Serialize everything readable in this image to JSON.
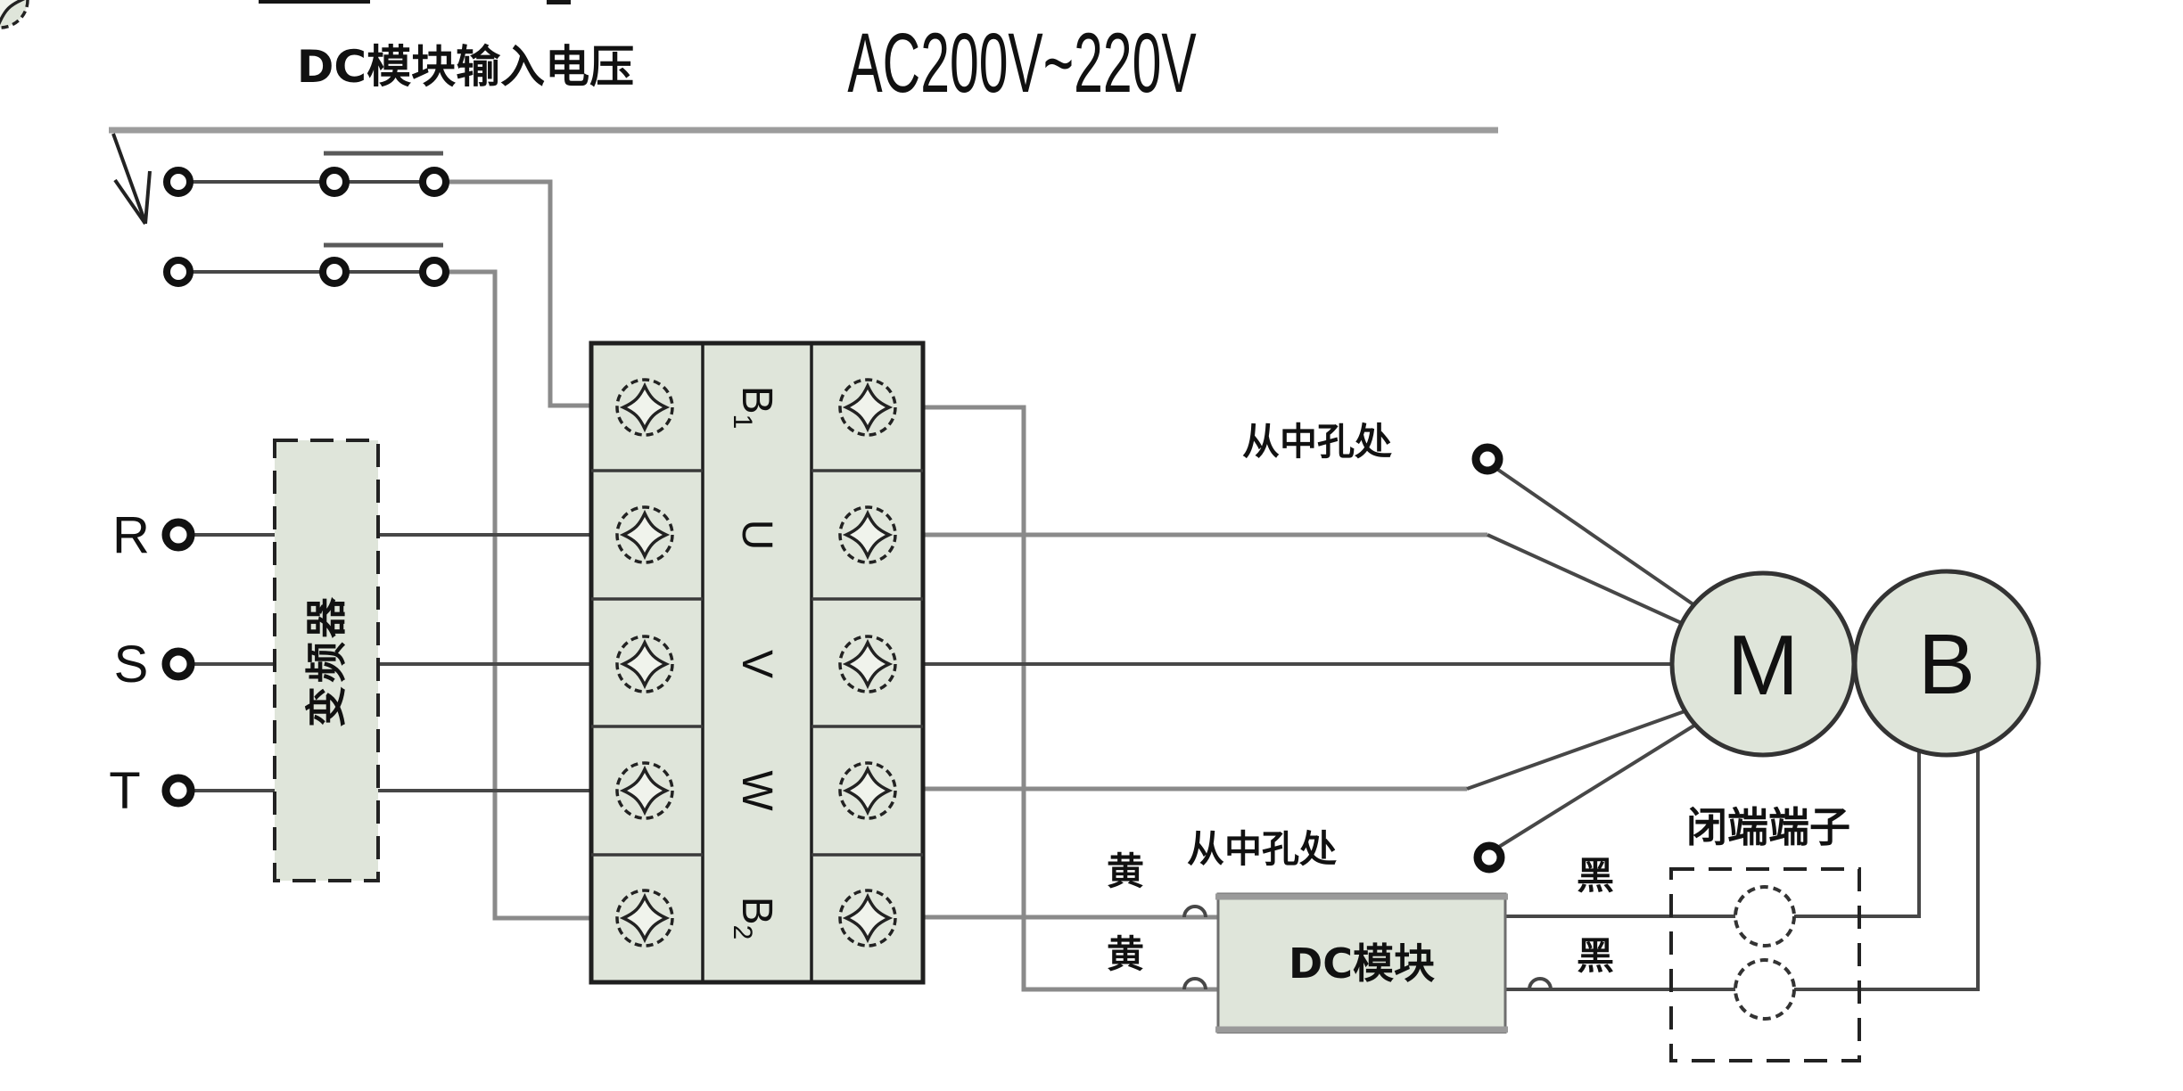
{
  "header": {
    "left_title": "DC模块输入电压",
    "right_title": "AC200V~220V"
  },
  "phases": {
    "r": "R",
    "s": "S",
    "t": "T"
  },
  "inverter": {
    "label": "变频器"
  },
  "terminal_block": {
    "rows": [
      {
        "main": "B",
        "sub": "1"
      },
      {
        "main": "U",
        "sub": ""
      },
      {
        "main": "V",
        "sub": ""
      },
      {
        "main": "W",
        "sub": ""
      },
      {
        "main": "B",
        "sub": "2"
      }
    ]
  },
  "annotations": {
    "from_center_hole_top": "从中孔处",
    "from_center_hole_bottom": "从中孔处",
    "yellow_1": "黄",
    "yellow_2": "黄",
    "black_1": "黑",
    "black_2": "黑",
    "closed_end_terminal": "闭端端子"
  },
  "dc_module": {
    "label": "DC模块"
  },
  "motor": {
    "label": "M"
  },
  "brake": {
    "label": "B"
  },
  "colors": {
    "component_fill": "#dfe5da",
    "outline": "#222222",
    "wire_dark": "#474747",
    "wire_gray": "#8a8a8a",
    "bus_gray": "#9c9c9c",
    "text": "#111111"
  }
}
